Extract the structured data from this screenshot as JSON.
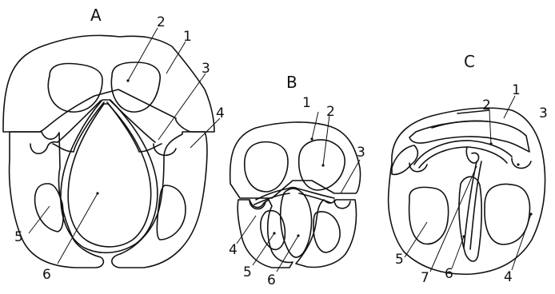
{
  "panels": {
    "a": {
      "title": "A",
      "labels": {
        "l1": "1",
        "l2": "2",
        "l3": "3",
        "l4": "4",
        "l5": "5",
        "l6": "6"
      }
    },
    "b": {
      "title": "B",
      "labels": {
        "l1": "1",
        "l2": "2",
        "l3": "3",
        "l4": "4",
        "l5": "5",
        "l6": "6"
      }
    },
    "c": {
      "title": "C",
      "labels": {
        "l1": "1",
        "l2": "2",
        "l3": "3",
        "l4": "4",
        "l5": "5",
        "l6": "6",
        "l7": "7"
      }
    }
  }
}
